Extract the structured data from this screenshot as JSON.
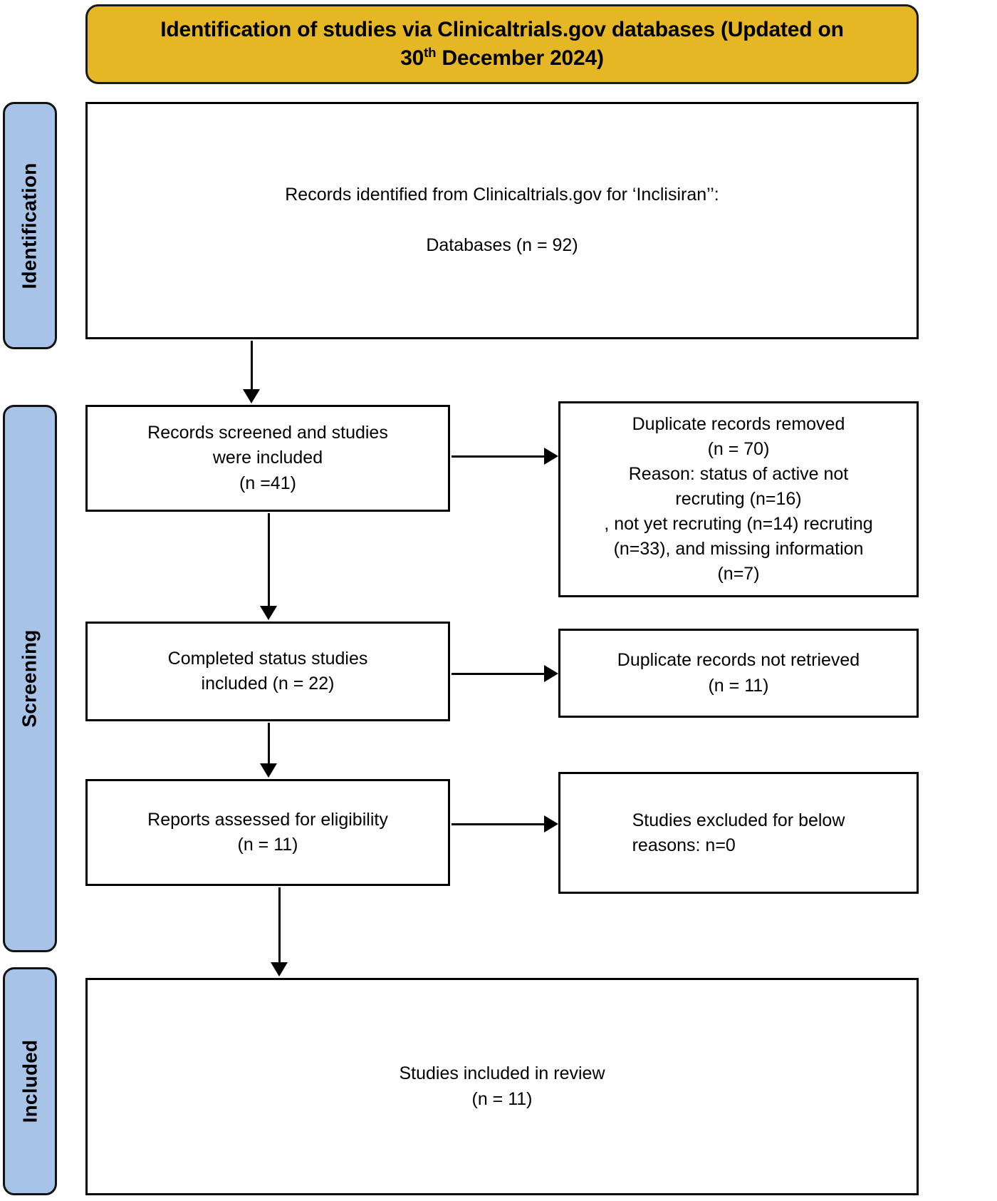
{
  "header": {
    "title_line1": "Identification of studies via Clinicaltrials.gov databases (Updated on",
    "title_line2_pre": "30",
    "title_line2_sup": "th",
    "title_line2_post": " December 2024)",
    "background_color": "#e6b725",
    "text_color": "#000000"
  },
  "stages": {
    "identification": "Identification",
    "screening": "Screening",
    "included": "Included",
    "background_color": "#a7c3e8"
  },
  "boxes": {
    "identified": {
      "line1": "Records identified from Clinicaltrials.gov for ‘Inclisiran’’:",
      "line2": "",
      "line3": "Databases (n = 92)"
    },
    "screened": {
      "line1": "Records screened and studies",
      "line2": "were included",
      "line3": "(n =41)"
    },
    "duplicates_removed": {
      "line1": "Duplicate records removed",
      "line2": "(n = 70)",
      "line3": "Reason: status of active not",
      "line4": "recruting (n=16)",
      "line5": ", not yet recruting (n=14) recruting",
      "line6": "(n=33), and missing information",
      "line7": "(n=7)"
    },
    "completed_status": {
      "line1": "Completed status studies",
      "line2": "included (n = 22)"
    },
    "not_retrieved": {
      "line1": "Duplicate records not retrieved",
      "line2": "(n = 11)"
    },
    "eligibility": {
      "line1": "Reports assessed for eligibility",
      "line2": "(n = 11)"
    },
    "excluded": {
      "line1": "Studies excluded for below",
      "line2": "reasons: n=0"
    },
    "included_review": {
      "line1": "Studies included in review",
      "line2": "(n = 11)"
    }
  },
  "chart_data": {
    "type": "diagram",
    "title": "PRISMA flow diagram — Identification of studies via Clinicaltrials.gov databases (Updated on 30th December 2024)",
    "nodes": [
      {
        "id": "identified",
        "stage": "Identification",
        "label": "Records identified from Clinicaltrials.gov for ‘Inclisiran’’: Databases",
        "n": 92
      },
      {
        "id": "screened",
        "stage": "Screening",
        "label": "Records screened and studies were included",
        "n": 41
      },
      {
        "id": "duplicates",
        "stage": "Screening",
        "label": "Duplicate records removed",
        "n": 70,
        "reasons": [
          {
            "label": "status of active not recruting",
            "n": 16
          },
          {
            "label": "not yet recruting",
            "n": 14
          },
          {
            "label": "recruting",
            "n": 33
          },
          {
            "label": "missing information",
            "n": 7
          }
        ]
      },
      {
        "id": "completed",
        "stage": "Screening",
        "label": "Completed status studies included",
        "n": 22
      },
      {
        "id": "not_retrieved",
        "stage": "Screening",
        "label": "Duplicate records not retrieved",
        "n": 11
      },
      {
        "id": "eligibility",
        "stage": "Screening",
        "label": "Reports assessed for eligibility",
        "n": 11
      },
      {
        "id": "excluded",
        "stage": "Screening",
        "label": "Studies excluded for below reasons",
        "n": 0
      },
      {
        "id": "included_review",
        "stage": "Included",
        "label": "Studies included in review",
        "n": 11
      }
    ],
    "edges": [
      {
        "from": "identified",
        "to": "screened",
        "direction": "down"
      },
      {
        "from": "screened",
        "to": "duplicates",
        "direction": "right"
      },
      {
        "from": "screened",
        "to": "completed",
        "direction": "down"
      },
      {
        "from": "completed",
        "to": "not_retrieved",
        "direction": "right"
      },
      {
        "from": "completed",
        "to": "eligibility",
        "direction": "down"
      },
      {
        "from": "eligibility",
        "to": "excluded",
        "direction": "right"
      },
      {
        "from": "eligibility",
        "to": "included_review",
        "direction": "down"
      }
    ]
  }
}
